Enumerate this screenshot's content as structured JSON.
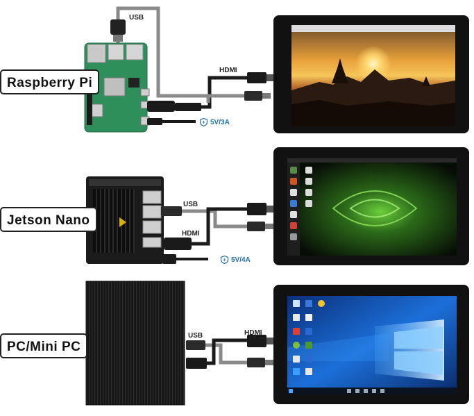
{
  "rows": [
    {
      "id": "raspberry-pi",
      "label": "Raspberry Pi",
      "usb_label": "USB",
      "hdmi_label": "HDMI",
      "power_label": "5V/3A",
      "screen": "sunset-temple"
    },
    {
      "id": "jetson-nano",
      "label": "Jetson Nano",
      "usb_label": "USB",
      "hdmi_label": "HDMI",
      "power_label": "5V/4A",
      "screen": "nvidia-desktop"
    },
    {
      "id": "pc-mini-pc",
      "label": "PC/Mini PC",
      "usb_label": "USB",
      "hdmi_label": "HDMI",
      "power_label": "",
      "screen": "windows-desktop"
    }
  ],
  "colors": {
    "cable_dark": "#1a1a1a",
    "cable_grey": "#8a8a8a",
    "pi_board": "#2f8f5b",
    "power_blue": "#1c6fb0",
    "bezel": "#111111"
  },
  "icons": [
    "usb-plug-icon",
    "hdmi-plug-icon",
    "power-shield-icon"
  ]
}
